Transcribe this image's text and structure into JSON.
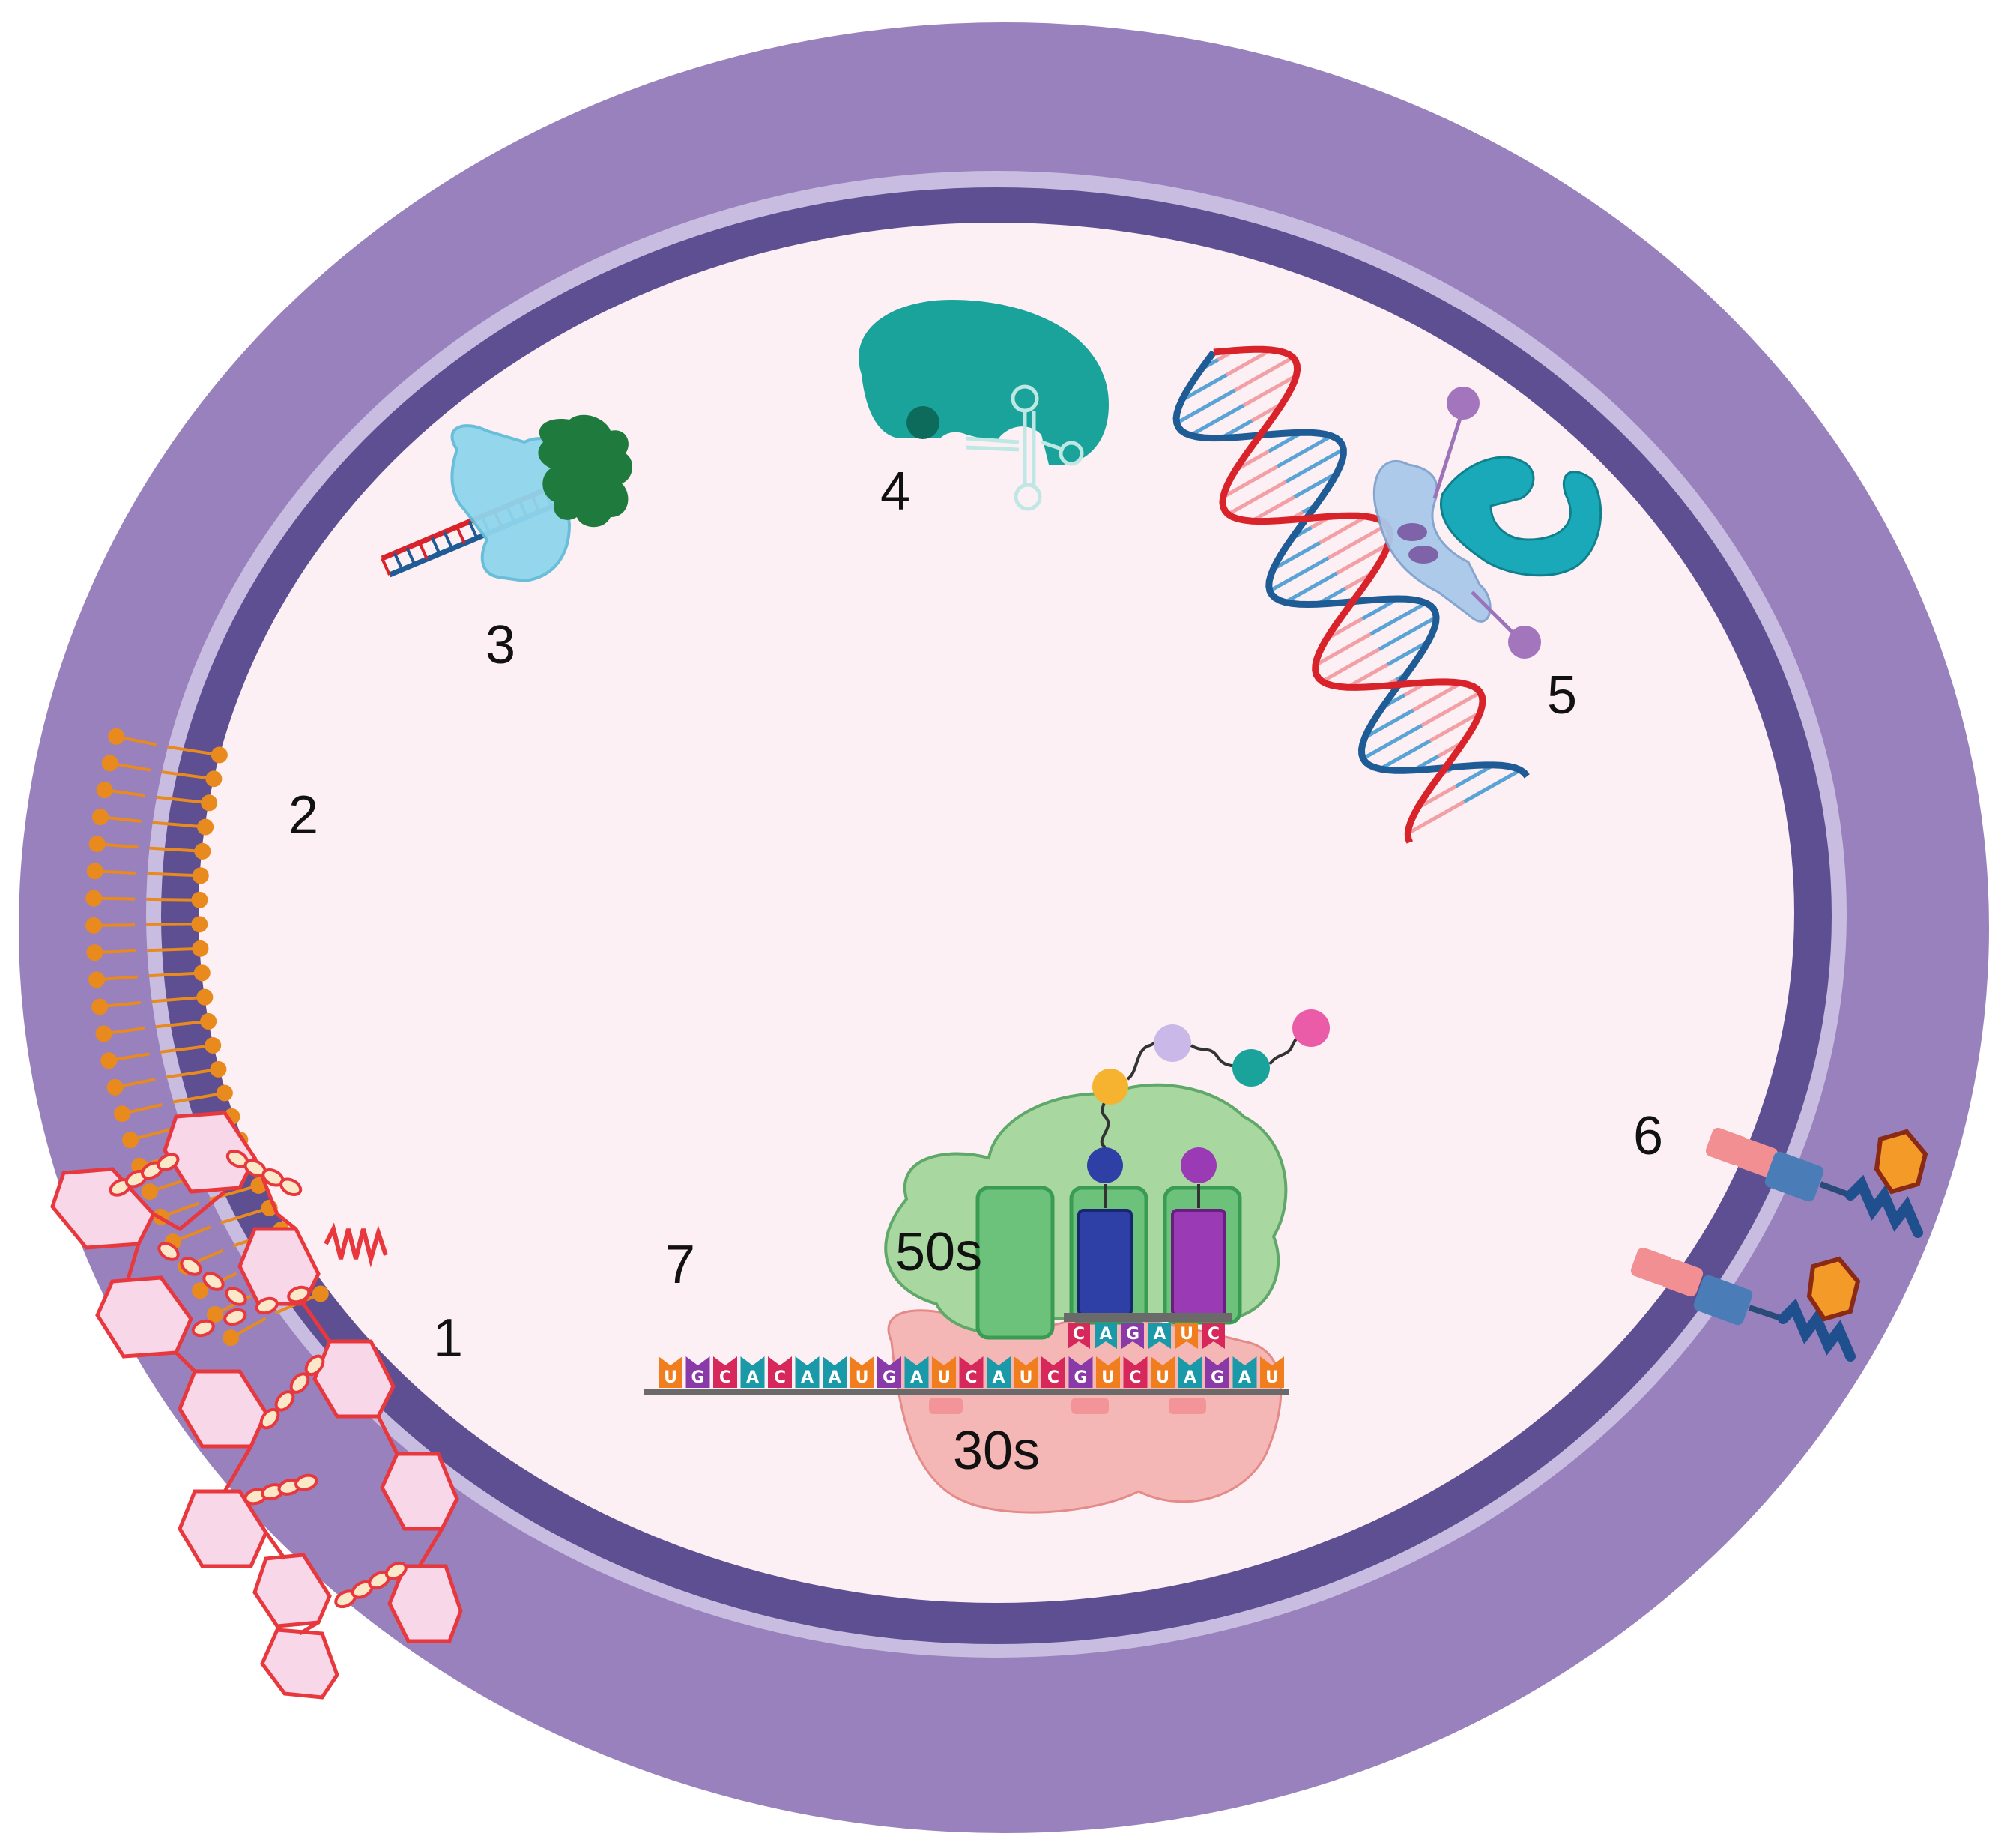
{
  "labels": {
    "l1": "1",
    "l2": "2",
    "l3": "3",
    "l4": "4",
    "l5": "5",
    "l6": "6",
    "l7": "7",
    "ribosome_large": "50s",
    "ribosome_small": "30s"
  },
  "mrna_bases": [
    "U",
    "G",
    "C",
    "A",
    "C",
    "A",
    "A",
    "U",
    "G",
    "A",
    "U",
    "C",
    "A",
    "U",
    "C",
    "G",
    "U",
    "C",
    "U",
    "A",
    "G",
    "A",
    "U"
  ],
  "anticodon_bases": [
    "C",
    "A",
    "G",
    "A",
    "U",
    "C"
  ],
  "colors": {
    "cell_wall": "#9881bd",
    "membrane_light": "#c8bde0",
    "membrane_dark": "#5d4f91",
    "cytoplasm": "#fdf0f4",
    "peptidoglycan": "#e8383d",
    "phospholipid": "#e88a1e",
    "ribosome_50s": "#a8d8a0",
    "ribosome_30s": "#f4b7b5",
    "dna_red": "#d8232a",
    "dna_blue": "#1f5b94",
    "teal": "#1aa39a"
  }
}
